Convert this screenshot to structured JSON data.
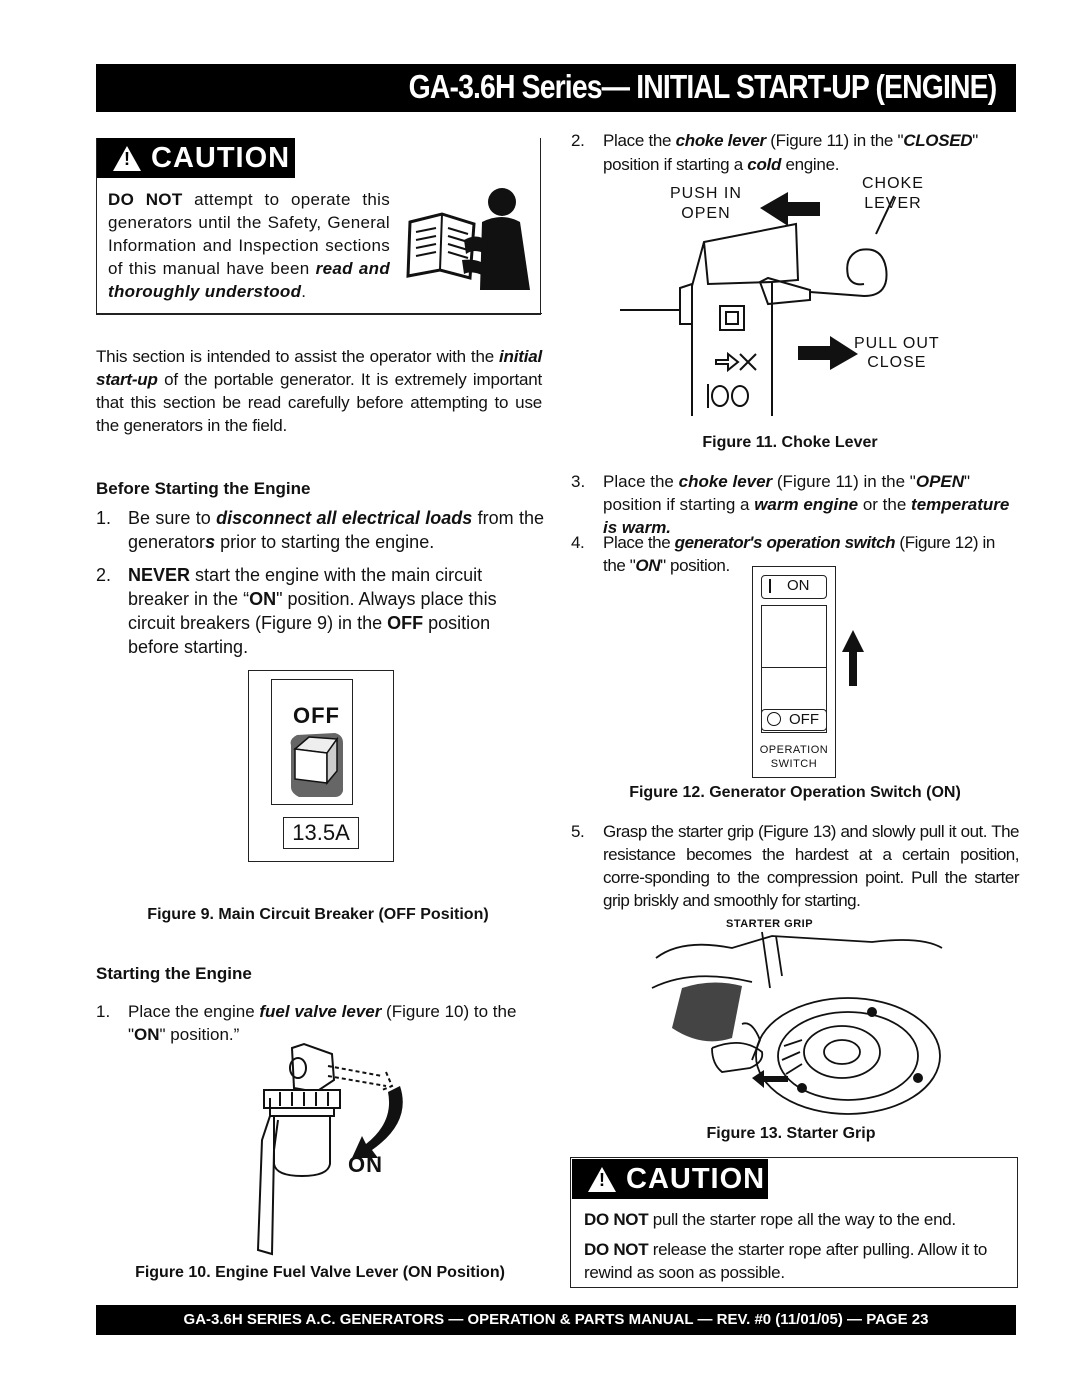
{
  "header": {
    "title": "GA-3.6H Series— INITIAL START-UP (ENGINE)"
  },
  "caution1": {
    "badge": "CAUTION",
    "p1": "DO NOT",
    "p2": " attempt to operate this generators until the Safety, General Information and Inspection sections of this manual have been ",
    "p3": "read and thoroughly understood",
    "p4": "."
  },
  "intro": {
    "a": "This section is intended to assist the operator with the ",
    "b": "initial start-up",
    "c": " of the portable generator. It is extremely important that this section be read carefully before attempting to use the generators in the field."
  },
  "before": {
    "heading": "Before Starting the Engine",
    "item1": {
      "num": "1.",
      "a": "Be sure to ",
      "b": "disconnect all electrical loads",
      "c": " from the generator",
      "d": "s",
      "e": " prior to starting the engine."
    },
    "item2": {
      "num": "2.",
      "a": "NEVER",
      "b": " start  the engine with the main circuit breaker in the “",
      "c": "ON",
      "d": "\" position. Always place this circuit breakers (Figure 9) in the ",
      "e": "OFF",
      "f": " position before starting."
    }
  },
  "fig9": {
    "off_label": "OFF",
    "amp_label": "13.5A",
    "caption": "Figure  9.  Main Circuit Breaker (OFF Position)"
  },
  "starting": {
    "heading": "Starting the Engine",
    "item1": {
      "num": "1.",
      "a": "Place the engine ",
      "b": "fuel valve lever",
      "c": " (Figure 10) to the \"",
      "d": "ON",
      "e": "\" position.”"
    }
  },
  "fig10": {
    "on_label": "ON",
    "caption": "Figure  10. Engine Fuel Valve Lever (ON Position)"
  },
  "right": {
    "item2": {
      "num": "2.",
      "a": "Place the ",
      "b": "choke lever",
      "c": " (Figure 11) in the \"",
      "d": "CLOSED",
      "e": "\" position if starting a ",
      "f": "cold",
      "g": " engine."
    },
    "fig11": {
      "push_in": "PUSH IN",
      "open": "OPEN",
      "choke": "CHOKE",
      "lever": "LEVER",
      "pull_out": "PULL OUT",
      "close": "CLOSE",
      "caption": "Figure 11.  Choke Lever"
    },
    "item3": {
      "num": "3.",
      "a": "Place the ",
      "b": "choke lever",
      "c": " (Figure  11) in the \"",
      "d": "OPEN",
      "e": "\" position if starting a ",
      "f": "warm engine",
      "g": " or the ",
      "h": "temperature is warm."
    },
    "item4": {
      "num": "4.",
      "a": "Place the ",
      "b": "generator's operation switch",
      "c": " (Figure 12) in the \"",
      "d": "ON",
      "e": "\" position."
    },
    "fig12": {
      "on": "ON",
      "off": "OFF",
      "op1": "OPERATION",
      "op2": "SWITCH",
      "caption": "Figure 12.  Generator Operation Switch (ON)"
    },
    "item5": {
      "num": "5.",
      "text": "Grasp the starter grip (Figure 13) and slowly pull it out. The resistance becomes the hardest at a certain position, corre-sponding to the compression point. Pull the starter grip briskly and smoothly for starting."
    },
    "fig13": {
      "label": "STARTER GRIP",
      "caption": "Figure 13. Starter Grip"
    }
  },
  "caution2": {
    "badge": "CAUTION",
    "l1a": "DO NOT",
    "l1b": " pull the starter rope all the way to the end.",
    "l2a": "DO NOT",
    "l2b": " release the starter rope after pulling. Allow it to rewind as soon as possible."
  },
  "footer": {
    "text": "GA-3.6H SERIES  A.C. GENERATORS —  OPERATION  & PARTS  MANUAL  — REV. #0  (11/01/05) — PAGE 23"
  }
}
